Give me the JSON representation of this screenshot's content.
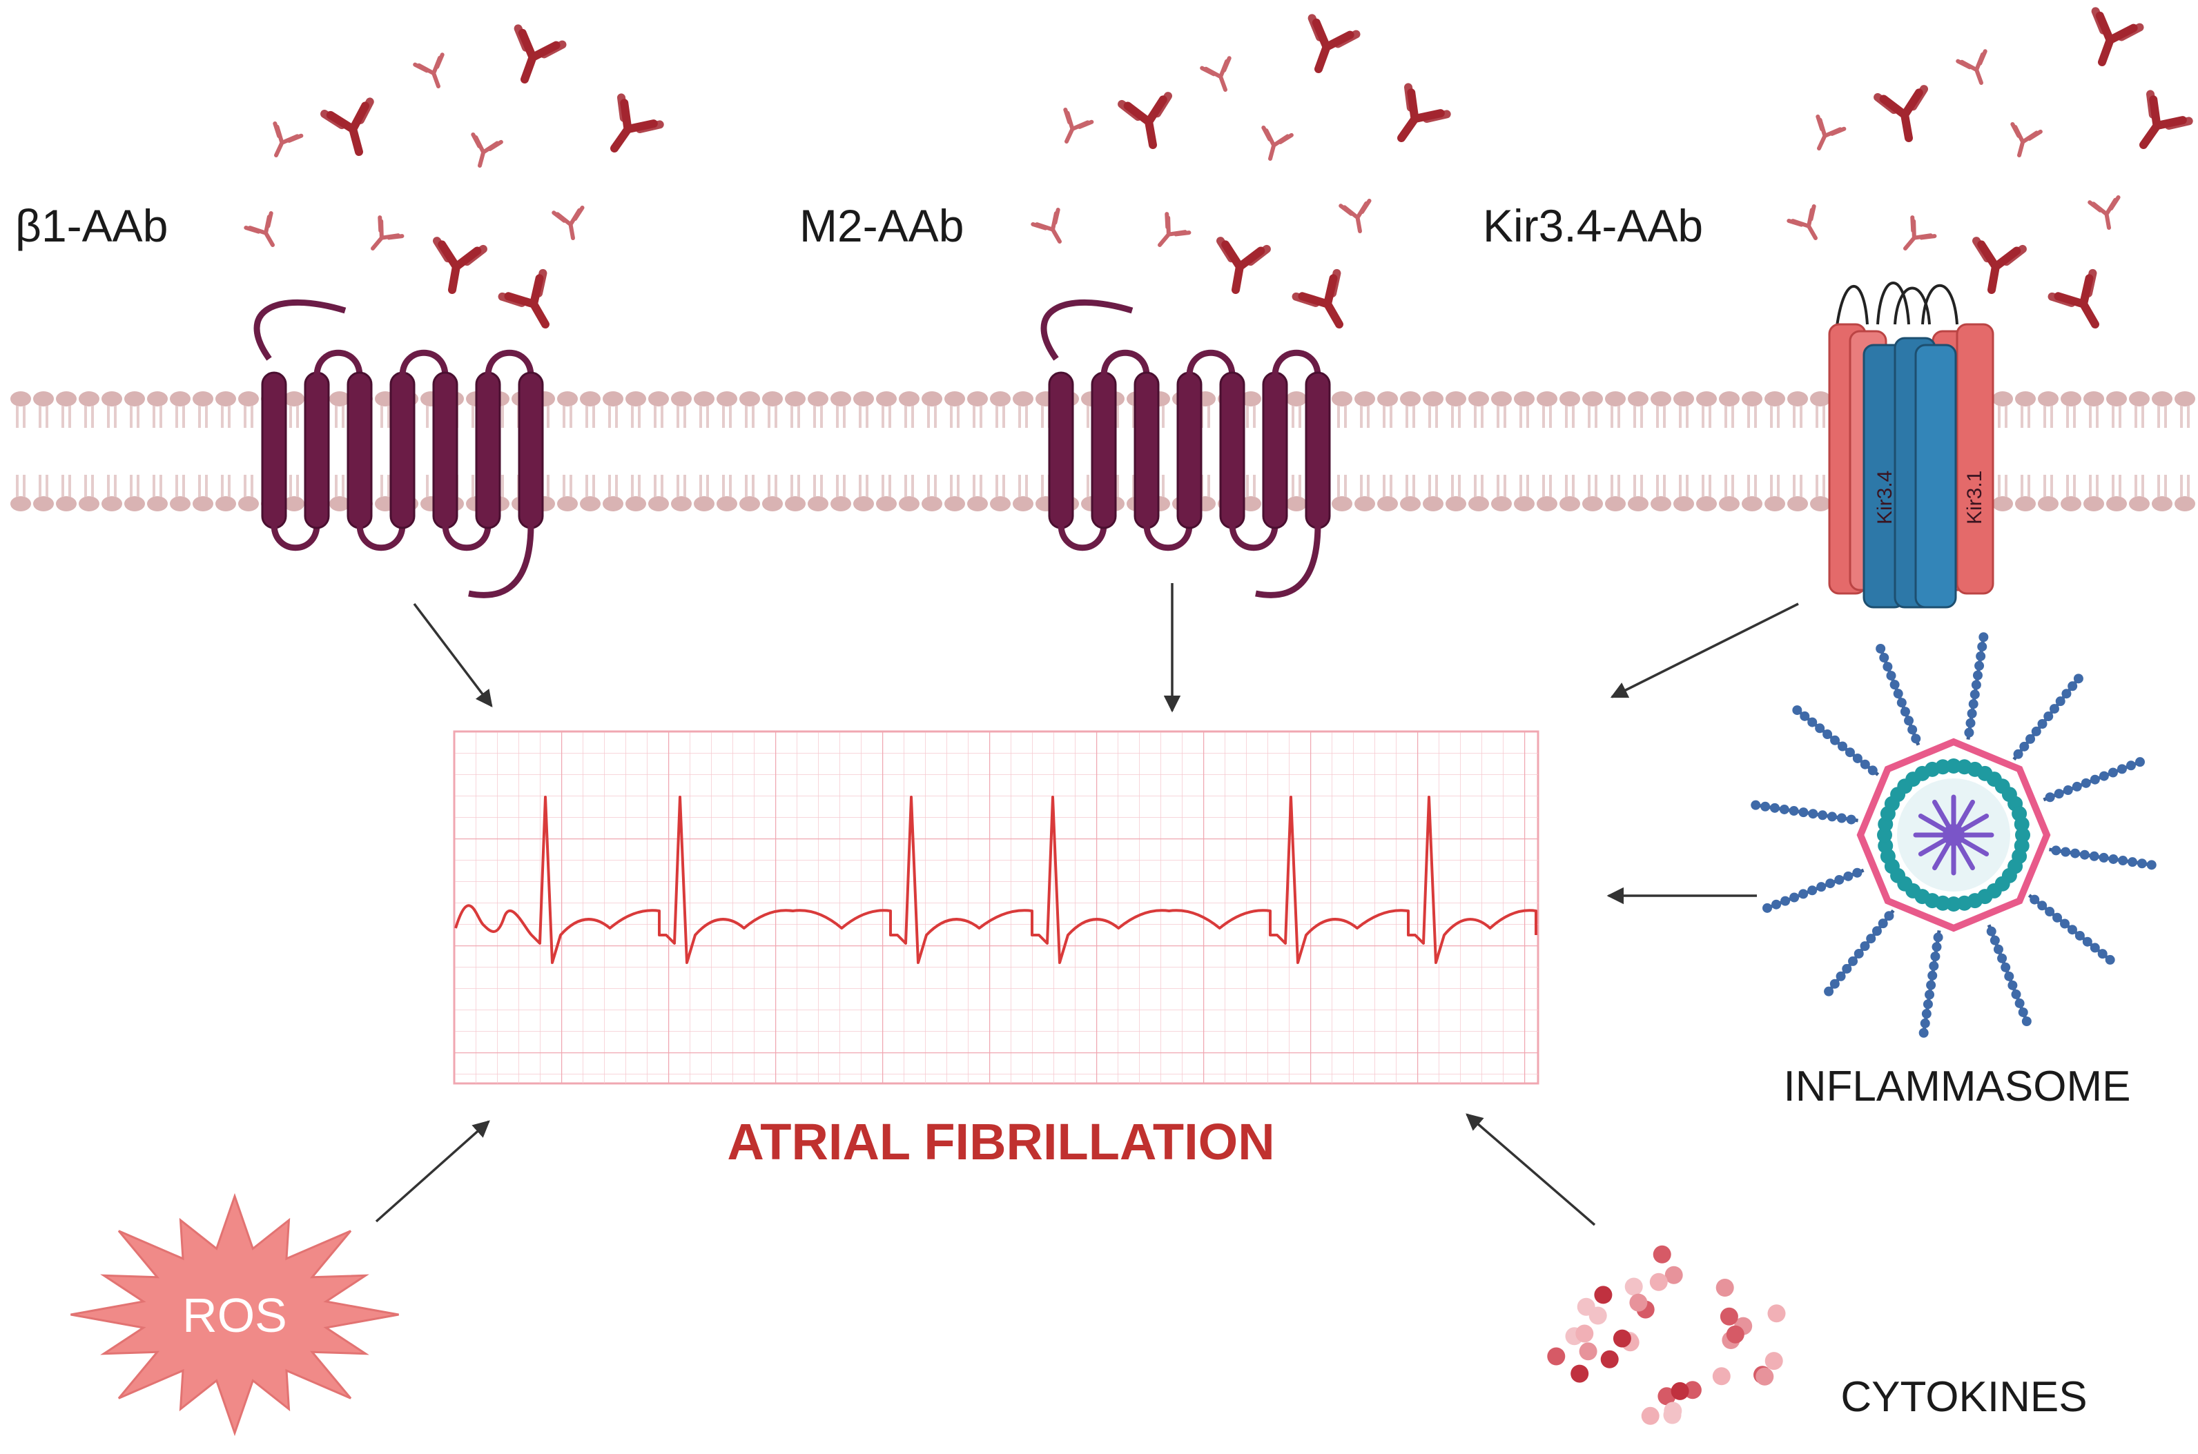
{
  "labels": {
    "beta1": "β1-AAb",
    "m2": "M2-AAb",
    "kir34": "Kir3.4-AAb",
    "kir34_subunit": "Kir3.4",
    "kir31_subunit": "Kir3.1",
    "af": "ATRIAL FIBRILLATION",
    "inflammasome": "INFLAMMASOME",
    "ros": "ROS",
    "cytokines": "CYTOKINES"
  },
  "icons": [
    "antibody-icon",
    "gpcr-receptor-icon",
    "ion-channel-icon",
    "ecg-trace",
    "inflammasome-icon",
    "ros-star-icon",
    "cytokine-dots-icon"
  ],
  "colors": {
    "receptor": "#6b1c46",
    "antibody": "#a3262f",
    "membrane": "#d9b3b3",
    "channel_red": "#e46a6a",
    "channel_blue": "#2d78a8",
    "ecg": "#d93a3a",
    "grid": "#f6c9cf",
    "title": "#c0312f",
    "ros": "#f08a88",
    "arrow": "#333333"
  }
}
